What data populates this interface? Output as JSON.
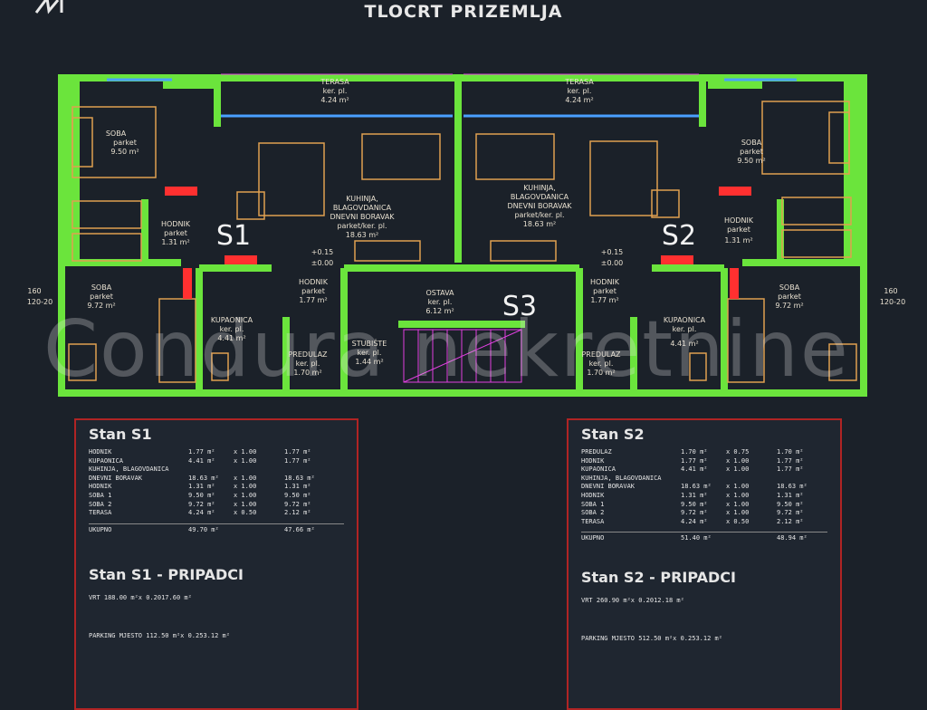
{
  "title": "TLOCRT PRIZEMLJA",
  "watermark": "Condura nekretnine",
  "units": {
    "s1": "S1",
    "s2": "S2",
    "s3": "S3"
  },
  "rooms": {
    "soba_left_top": [
      "SOBA",
      "parket",
      "9.50 m²"
    ],
    "soba_left_bottom": [
      "SOBA",
      "parket",
      "9.72 m²"
    ],
    "hodnik_left": [
      "HODNIK",
      "parket",
      "1.31 m²"
    ],
    "terasa_left": [
      "TERASA",
      "ker. pl.",
      "4.24 m²"
    ],
    "kuhinja_left": [
      "KUHINJA,",
      "BLAGOVDANICA",
      "DNEVNI BORAVAK",
      "parket/ker. pl.",
      "18.63 m²"
    ],
    "level_left": [
      "+0.15",
      "±0.00"
    ],
    "kupaonica_left": [
      "KUPAONICA",
      "ker. pl.",
      "4.41 m²"
    ],
    "hodnik_left2": [
      "HODNIK",
      "parket",
      "1.77 m²"
    ],
    "predulaz_left": [
      "PREDULAZ",
      "ker. pl.",
      "1.70 m²"
    ],
    "stubiste": [
      "STUBIŠTE",
      "ker. pl.",
      "1.44 m²"
    ],
    "ostava": [
      "OSTAVA",
      "ker. pl.",
      "6.12 m²"
    ],
    "terasa_right": [
      "TERASA",
      "ker. pl.",
      "4.24 m²"
    ],
    "kuhinja_right": [
      "KUHINJA,",
      "BLAGOVDANICA",
      "DNEVNI BORAVAK",
      "parket/ker. pl.",
      "18.63 m²"
    ],
    "level_right": [
      "+0.15",
      "±0.00"
    ],
    "soba_right_top": [
      "SOBA",
      "parket",
      "9.50 m²"
    ],
    "hodnik_right": [
      "HODNIK",
      "parket",
      "1.31 m²"
    ],
    "soba_right_bottom": [
      "SOBA",
      "parket",
      "9.72 m²"
    ],
    "hodnik_right2": [
      "HODNIK",
      "parket",
      "1.77 m²"
    ],
    "kupaonica_right": [
      "KUPAONICA",
      "ker. pl.",
      "4.41 m²"
    ],
    "predulaz_right": [
      "PREDULAZ",
      "ker. pl.",
      "1.70 m²"
    ]
  },
  "dims": {
    "left_window": [
      "160",
      "120-20"
    ],
    "right_window": [
      "160",
      "120-20"
    ]
  },
  "table_s1": {
    "title": "Stan S1",
    "rows": [
      [
        "HODNIK",
        "1.77 m²",
        "x 1.00",
        "1.77 m²"
      ],
      [
        "KUPAONICA",
        "4.41 m²",
        "x 1.00",
        "1.77 m²"
      ],
      [
        "KUHINJA, BLAGOVDANICA",
        "",
        "",
        ""
      ],
      [
        "DNEVNI BORAVAK",
        "18.63 m²",
        "x 1.00",
        "18.63 m²"
      ],
      [
        "HODNIK",
        "1.31 m²",
        "x 1.00",
        "1.31 m²"
      ],
      [
        "SOBA 1",
        "9.50 m²",
        "x 1.00",
        "9.50 m²"
      ],
      [
        "SOBA 2",
        "9.72 m²",
        "x 1.00",
        "9.72 m²"
      ],
      [
        "TERASA",
        "4.24 m²",
        "x 0.50",
        "2.12 m²"
      ]
    ],
    "total": [
      "UKUPNO",
      "49.70 m²",
      "47.66 m²"
    ],
    "acc_title": "Stan S1 - PRIPADCI",
    "acc": [
      [
        "VRT 1",
        "88.00 m²",
        "x 0.20",
        "17.60 m²"
      ],
      [
        "PARKING MJESTO 1",
        "12.50 m²",
        "x 0.25",
        "3.12 m²"
      ]
    ]
  },
  "table_s2": {
    "title": "Stan S2",
    "rows": [
      [
        "PREDULAZ",
        "1.70 m²",
        "x 0.75",
        "1.70 m²"
      ],
      [
        "HODNIK",
        "1.77 m²",
        "x 1.00",
        "1.77 m²"
      ],
      [
        "KUPAONICA",
        "4.41 m²",
        "x 1.00",
        "1.77 m²"
      ],
      [
        "KUHINJA, BLAGOVDANICA",
        "",
        "",
        ""
      ],
      [
        "DNEVNI BORAVAK",
        "18.63 m²",
        "x 1.00",
        "18.63 m²"
      ],
      [
        "HODNIK",
        "1.31 m²",
        "x 1.00",
        "1.31 m²"
      ],
      [
        "SOBA 1",
        "9.50 m²",
        "x 1.00",
        "9.50 m²"
      ],
      [
        "SOBA 2",
        "9.72 m²",
        "x 1.00",
        "9.72 m²"
      ],
      [
        "TERASA",
        "4.24 m²",
        "x 0.50",
        "2.12 m²"
      ]
    ],
    "total": [
      "UKUPNO",
      "51.40 m²",
      "48.94 m²"
    ],
    "acc_title": "Stan S2 - PRIPADCI",
    "acc": [
      [
        "VRT 2",
        "60.90 m²",
        "x 0.20",
        "12.18 m²"
      ],
      [
        "PARKING MJESTO 5",
        "12.50 m²",
        "x 0.25",
        "3.12 m²"
      ]
    ]
  },
  "colors": {
    "wall": "#6be43c",
    "furniture": "#e0a050",
    "accent": "#ff3030",
    "blue": "#4aa0ff",
    "magenta": "#e040e0"
  }
}
